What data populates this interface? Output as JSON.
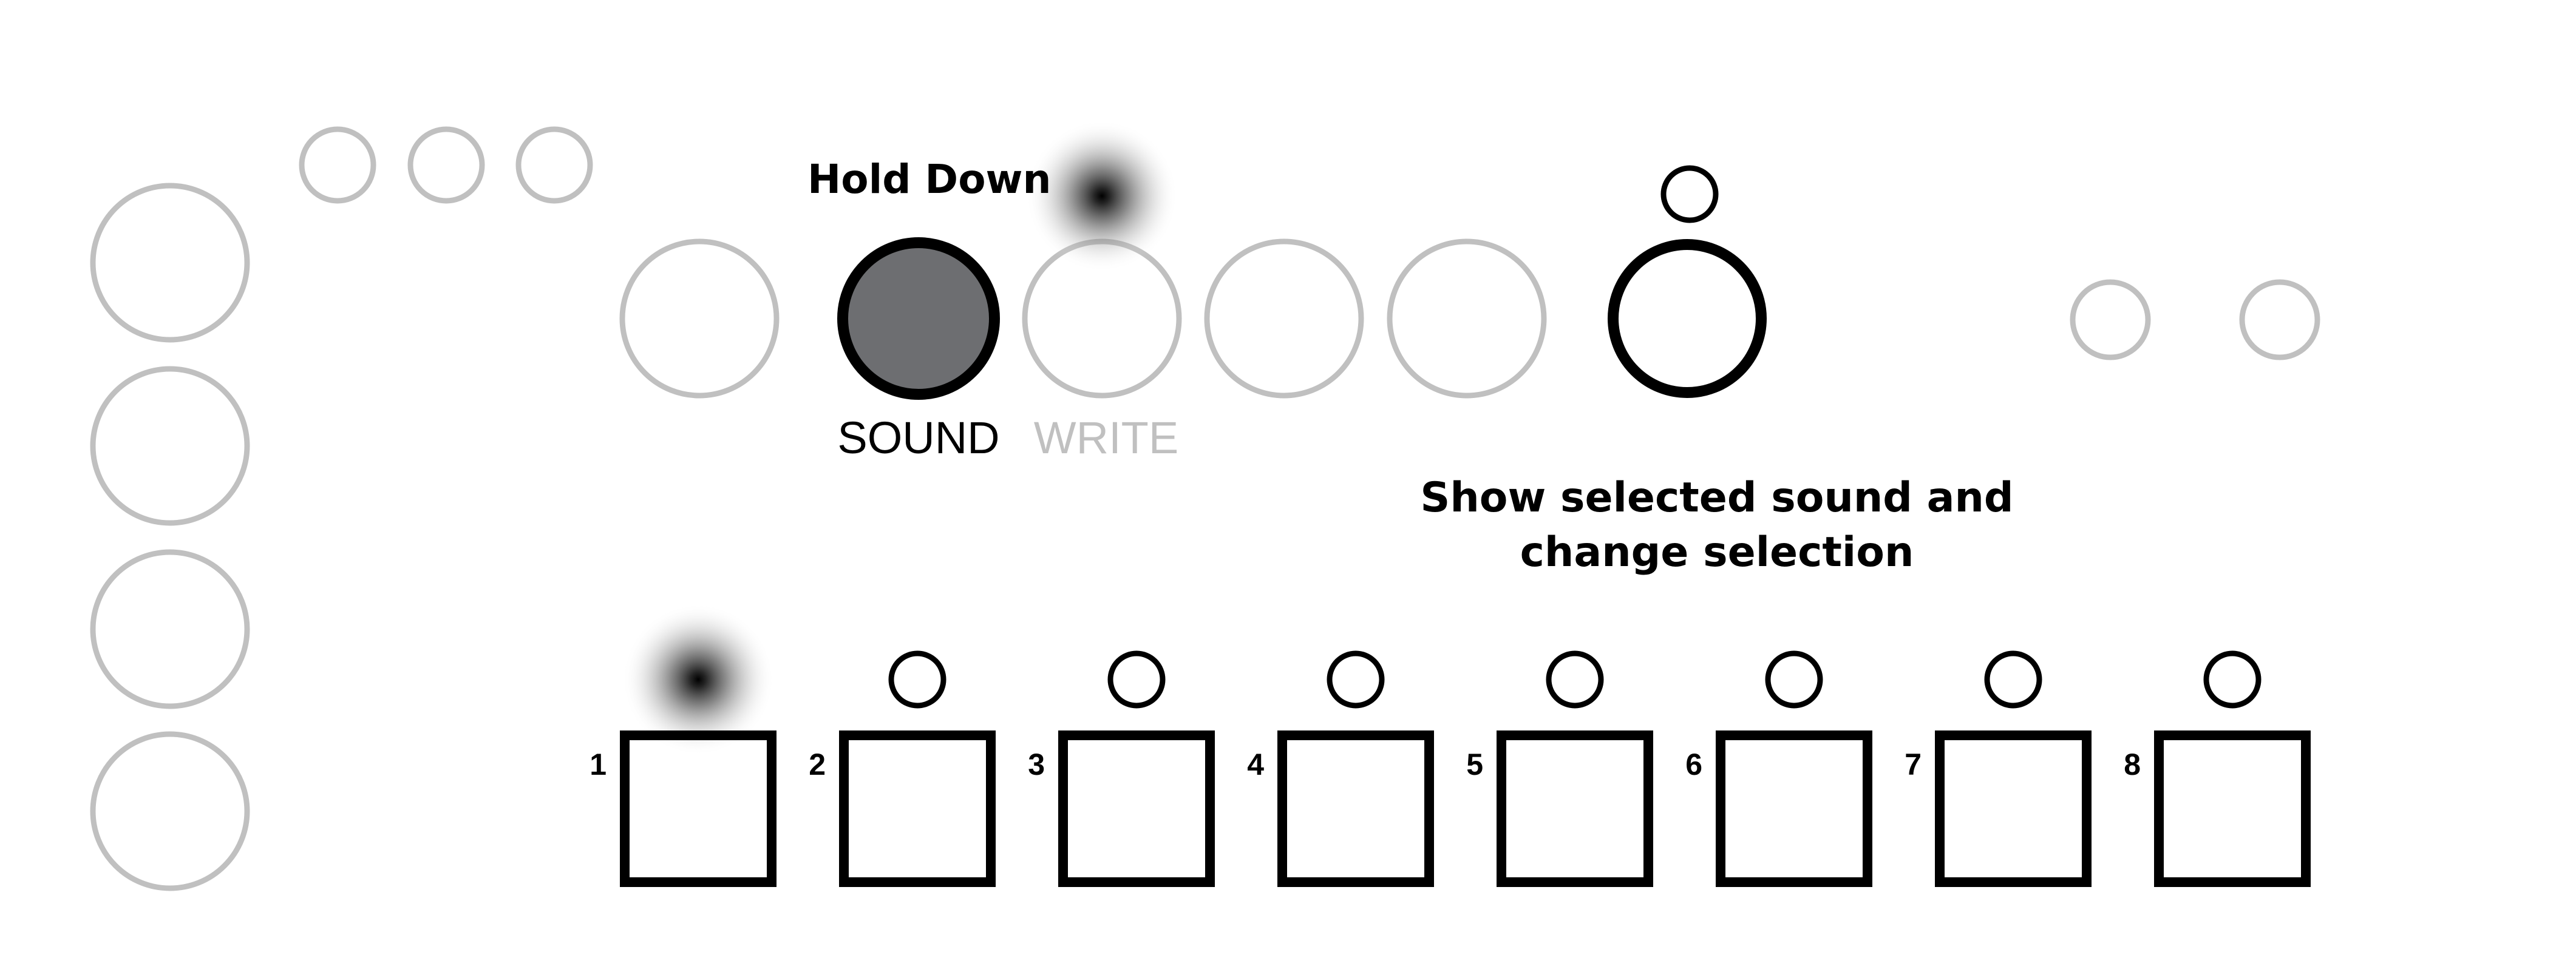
{
  "annotations": {
    "hold_down": "Hold Down",
    "show_selected_line1": "Show selected sound and",
    "show_selected_line2": "change selection"
  },
  "buttons": {
    "sound_label": "SOUND",
    "write_label": "WRITE"
  },
  "pads": [
    {
      "number": "1"
    },
    {
      "number": "2"
    },
    {
      "number": "3"
    },
    {
      "number": "4"
    },
    {
      "number": "5"
    },
    {
      "number": "6"
    },
    {
      "number": "7"
    },
    {
      "number": "8"
    }
  ],
  "colors": {
    "inactive_outline": "#c0c0c0",
    "active_outline": "#000000",
    "sound_button_fill": "#6d6e71",
    "write_label": "#c0c0c0",
    "text": "#000000"
  }
}
